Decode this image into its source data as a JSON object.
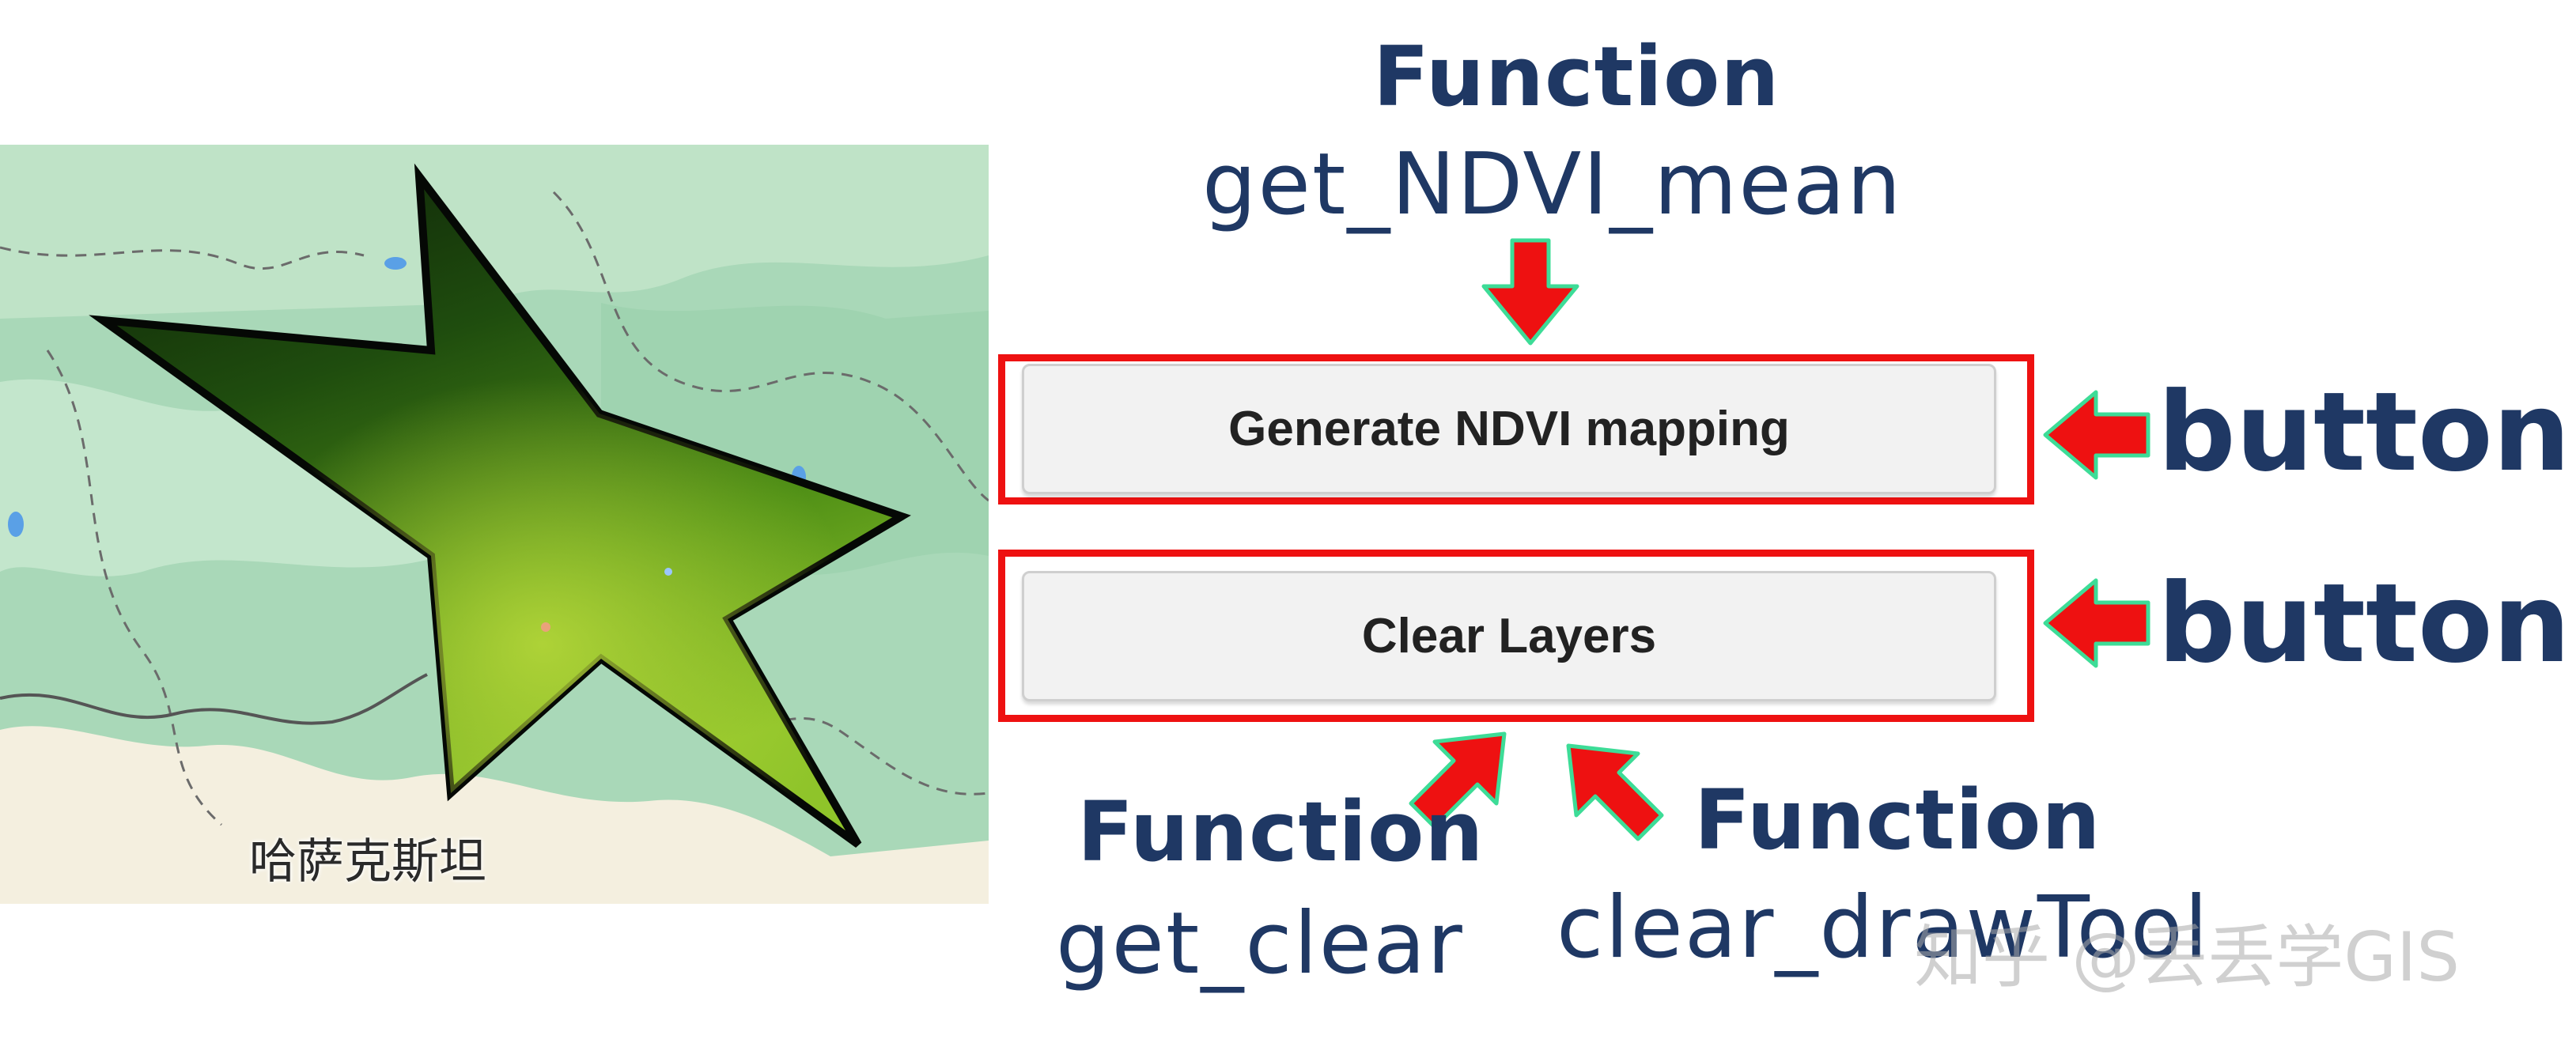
{
  "map": {
    "country_label": "哈萨克斯坦"
  },
  "functions": {
    "top": {
      "title": "Function",
      "name": "get_NDVI_mean"
    },
    "bottom_left": {
      "title": "Function",
      "name": "get_clear"
    },
    "bottom_right": {
      "title": "Function",
      "name": "clear_drawTool"
    }
  },
  "buttons": {
    "generate": {
      "label": "Generate NDVI mapping",
      "annotation": "button"
    },
    "clear": {
      "label": "Clear Layers",
      "annotation": "button"
    }
  },
  "watermark": "知乎 @丢丢学GIS",
  "colors": {
    "annotation_text": "#1f3864",
    "highlight_border": "#ee1111",
    "arrow_fill": "#ee1111",
    "arrow_outline": "#3ddc97"
  }
}
